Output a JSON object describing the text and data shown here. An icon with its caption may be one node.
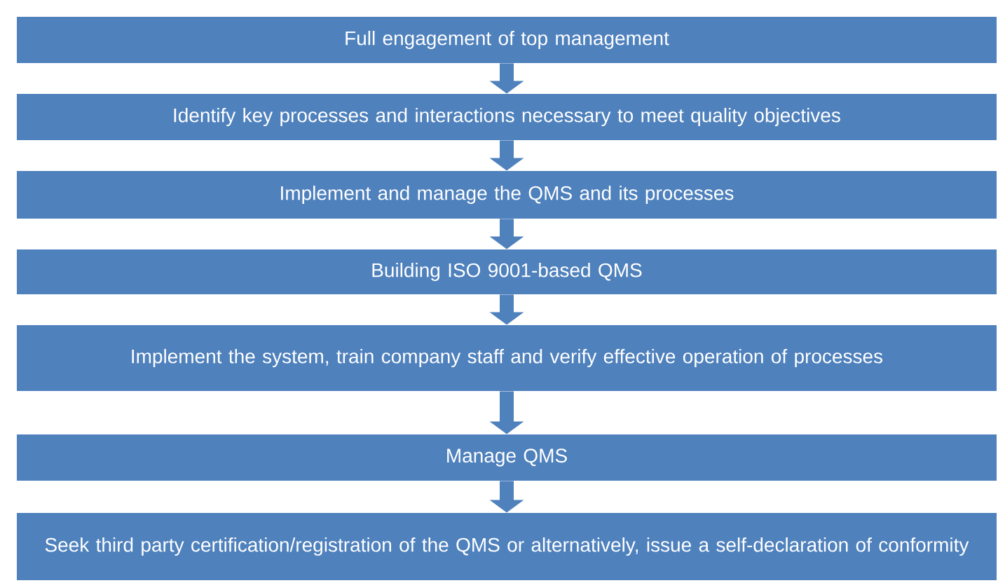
{
  "diagram": {
    "nodes": [
      {
        "text": [
          "Full engagement of top management"
        ]
      },
      {
        "text": [
          "Identify key processes and interactions necessary to meet quality objectives"
        ]
      },
      {
        "text": [
          "Implement and manage the QMS and its processes"
        ]
      },
      {
        "text": [
          "Building ISO 9001-based QMS"
        ]
      },
      {
        "text": [
          "Implement the system, train company staff and verify effective operation of processes"
        ]
      },
      {
        "text": [
          "Manage QMS"
        ]
      },
      {
        "text": [
          "Seek third party certification/registration of the QMS or alternatively, issue a self-declaration of conformity"
        ]
      }
    ],
    "edges": [
      {
        "from": 0,
        "to": 1,
        "arrow": "to"
      },
      {
        "from": 1,
        "to": 2,
        "arrow": "to"
      },
      {
        "from": 2,
        "to": 3,
        "arrow": "to"
      },
      {
        "from": 3,
        "to": 4,
        "arrow": "to"
      },
      {
        "from": 4,
        "to": 5,
        "arrow": "to"
      },
      {
        "from": 5,
        "to": 6,
        "arrow": "to"
      }
    ]
  }
}
